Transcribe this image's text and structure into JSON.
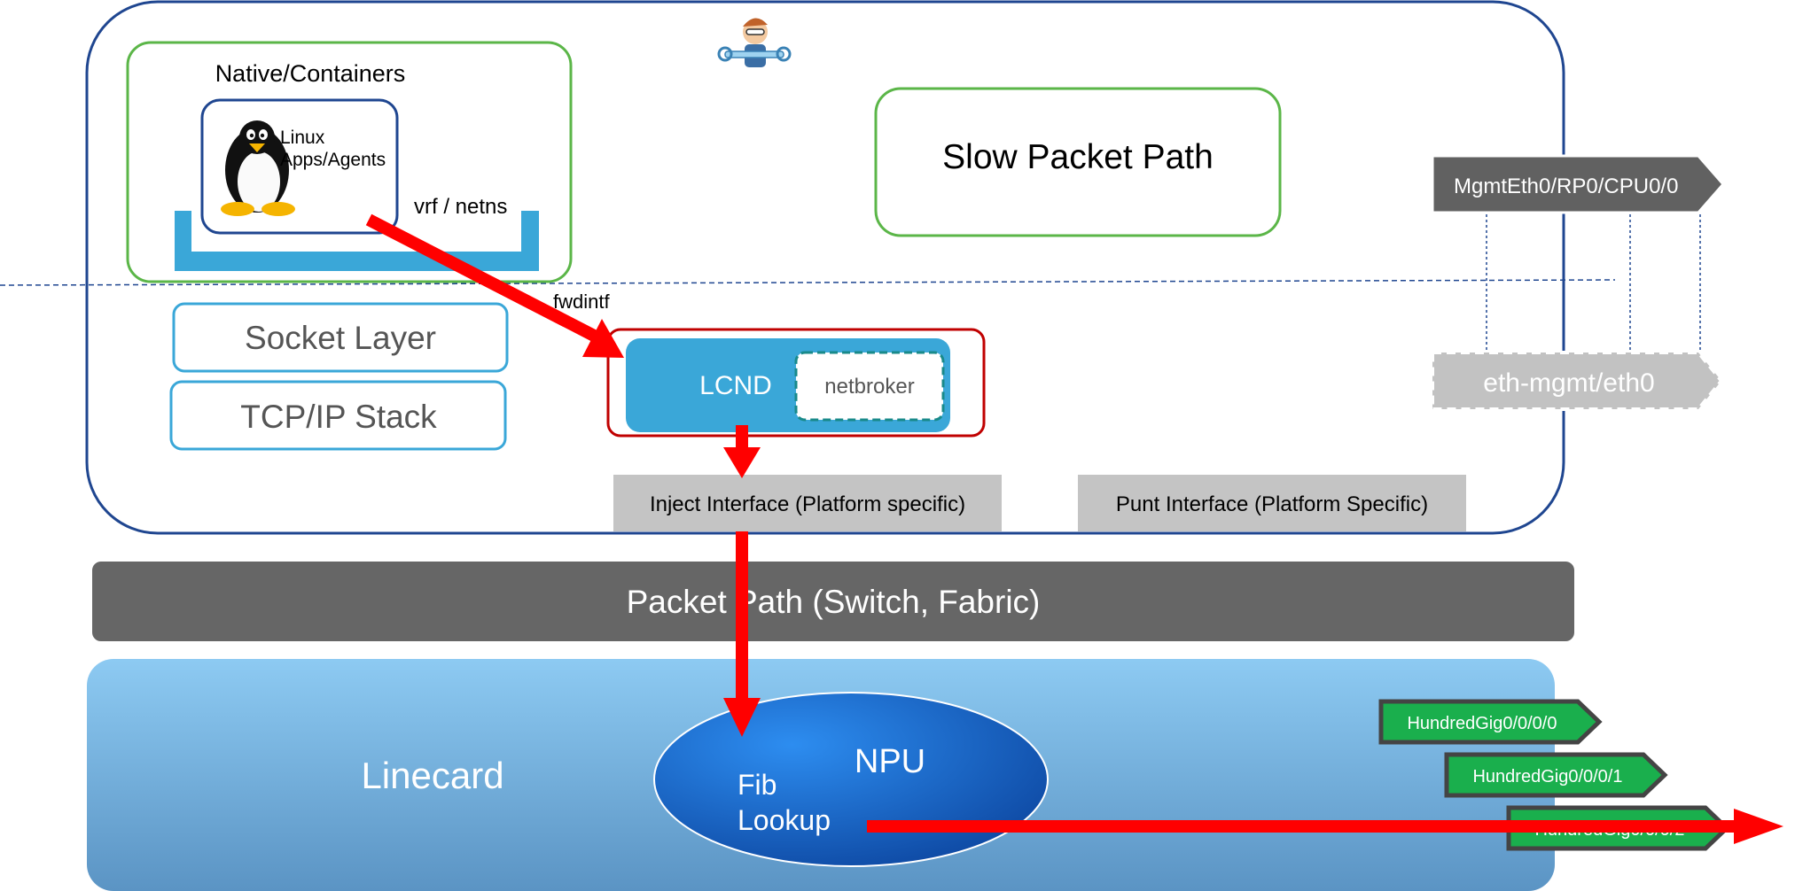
{
  "containers": {
    "title": "Native/Containers",
    "linux_line1": "Linux",
    "linux_line2": "Apps/Agents",
    "vrf": "vrf / netns"
  },
  "slow_path": "Slow Packet Path",
  "mgmt_eth": "MgmtEth0/RP0/CPU0/0",
  "eth_mgmt": "eth-mgmt/eth0",
  "fwdintf": "fwdintf",
  "socket_layer": "Socket Layer",
  "tcpip_stack": "TCP/IP Stack",
  "lcnd": "LCND",
  "netbroker": "netbroker",
  "inject": "Inject Interface (Platform specific)",
  "punt": "Punt Interface (Platform Specific)",
  "packet_path": "Packet Path (Switch, Fabric)",
  "linecard": "Linecard",
  "npu": "NPU",
  "fib_line1": "Fib",
  "fib_line2": "Lookup",
  "ports": [
    "HundredGig0/0/0/0",
    "HundredGig0/0/0/1",
    "HundredGig0/0/0/2"
  ],
  "colors": {
    "frame_border": "#1f4690",
    "green_border": "#5bb648",
    "cyan": "#3aa7d8",
    "red": "#ff0000",
    "dark_gray": "#666666",
    "light_gray": "#c0c0c0",
    "port_green": "#1aaf4d",
    "linecard_top": "#8cc8f0",
    "linecard_bottom": "#5f9ac8",
    "npu": "#1565c0"
  },
  "icons": [
    "penguin-icon",
    "mechanic-mascot-icon"
  ]
}
